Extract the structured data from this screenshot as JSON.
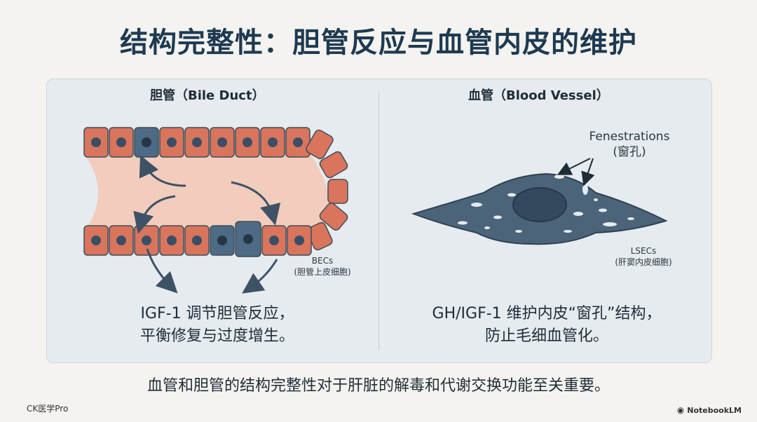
{
  "title": "结构完整性：胆管反应与血管内皮的维护",
  "left_panel": {
    "heading": "胆管（Bile Duct）",
    "cell_label_line1": "BECs",
    "cell_label_line2": "(胆管上皮细胞)",
    "caption_line1": "IGF-1 调节胆管反应，",
    "caption_line2": "平衡修复与过度增生。"
  },
  "right_panel": {
    "heading": "血管（Blood Vessel）",
    "fenestration_label_line1": "Fenestrations",
    "fenestration_label_line2": "(窗孔)",
    "cell_label_line1": "LSECs",
    "cell_label_line2": "(肝窦内皮细胞)",
    "caption_line1": "GH/IGF-1 维护内皮“窗孔”结构，",
    "caption_line2": "防止毛细血管化。"
  },
  "bottom_note": "血管和胆管的结构完整性对于肝脏的解毒和代谢交换功能至关重要。",
  "watermark": "CK医学Pro",
  "brand": "NotebookLM",
  "colors": {
    "title": "#1e3a52",
    "bec_cell": "#d9755c",
    "bec_cell_active": "#4d6b85",
    "nucleus": "#3a4f66",
    "lumen": "#f2cdbd",
    "lsec": "#4c6479",
    "arrow": "#3e5266"
  }
}
